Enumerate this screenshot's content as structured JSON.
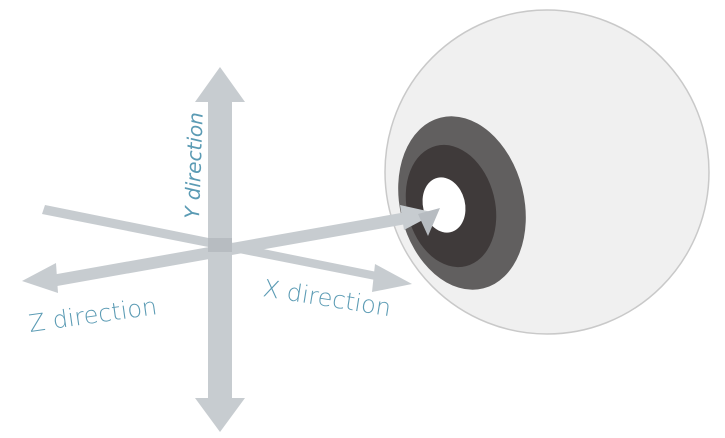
{
  "labels": {
    "x": "X direction",
    "y": "Y direction",
    "z": "Z direction"
  },
  "colors": {
    "background": "#ffffff",
    "axis": "#c7ccd0",
    "axis_dark": "#b7bcc1",
    "label": "#5b9bb4",
    "eyeball_fill": "#f0f0f0",
    "eyeball_stroke": "#c9c9c9",
    "iris_outer": "#615f5f",
    "iris_inner": "#3f3a3a",
    "pupil": "#ffffff"
  }
}
